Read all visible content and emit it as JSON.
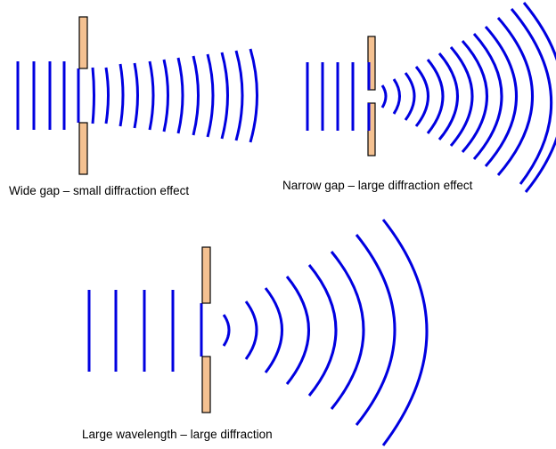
{
  "colors": {
    "wave": "#0000e0",
    "barrier_fill": "#f4c191",
    "barrier_stroke": "#000000",
    "background": "#ffffff"
  },
  "panels": [
    {
      "id": "wide-gap",
      "caption": "Wide gap – small diffraction effect"
    },
    {
      "id": "narrow-gap",
      "caption": "Narrow gap – large diffraction effect"
    },
    {
      "id": "large-wavelength",
      "caption": "Large wavelength – large diffraction"
    }
  ]
}
